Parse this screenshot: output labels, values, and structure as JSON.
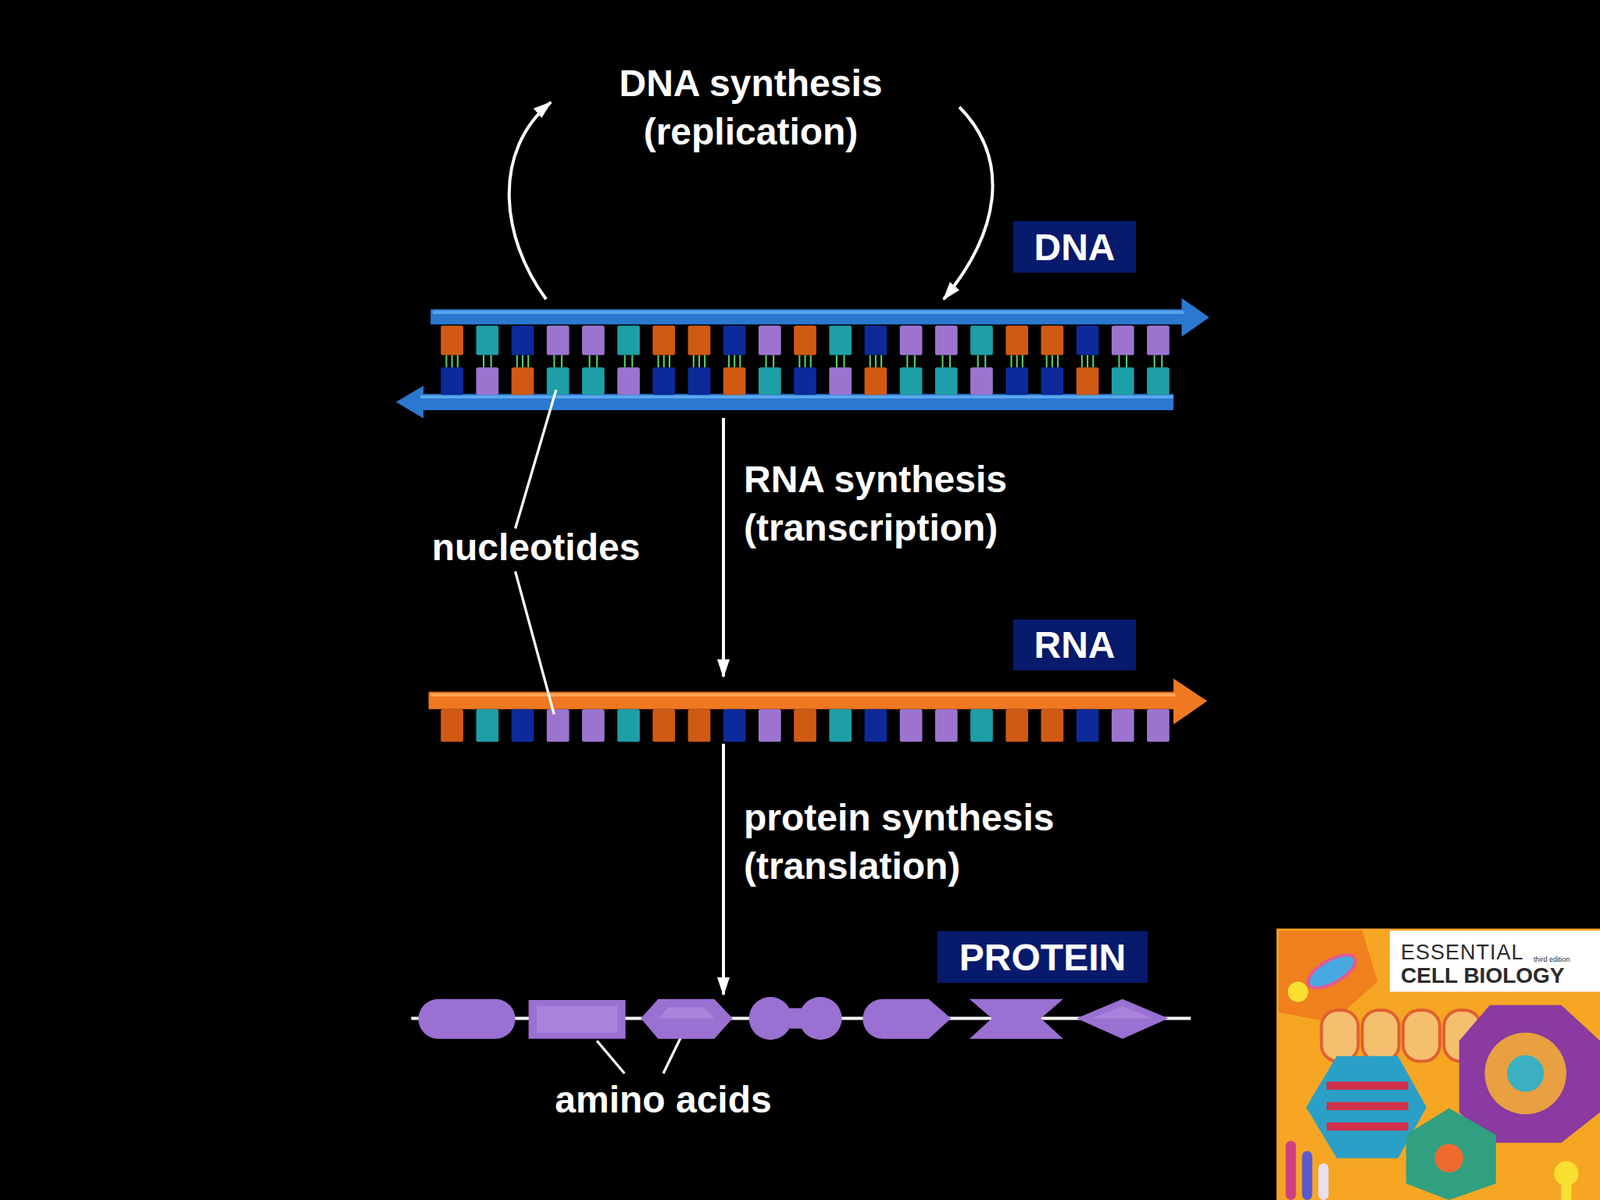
{
  "diagram": {
    "nodes": [
      {
        "text": [
          "DNA"
        ]
      },
      {
        "text": [
          "RNA"
        ]
      },
      {
        "text": [
          "PROTEIN"
        ]
      }
    ],
    "edges": [
      {
        "from": 0,
        "to": 0,
        "label": "DNA synthesis (replication)",
        "arrow": "to"
      },
      {
        "from": 0,
        "to": 1,
        "label": "RNA synthesis (transcription)",
        "arrow": "to"
      },
      {
        "from": 1,
        "to": 2,
        "label": "protein synthesis (translation)",
        "arrow": "to"
      }
    ],
    "labels": [
      "nucleotides",
      "amino acids",
      "ESSENTIAL",
      "third edition",
      "CELL BIOLOGY"
    ]
  }
}
